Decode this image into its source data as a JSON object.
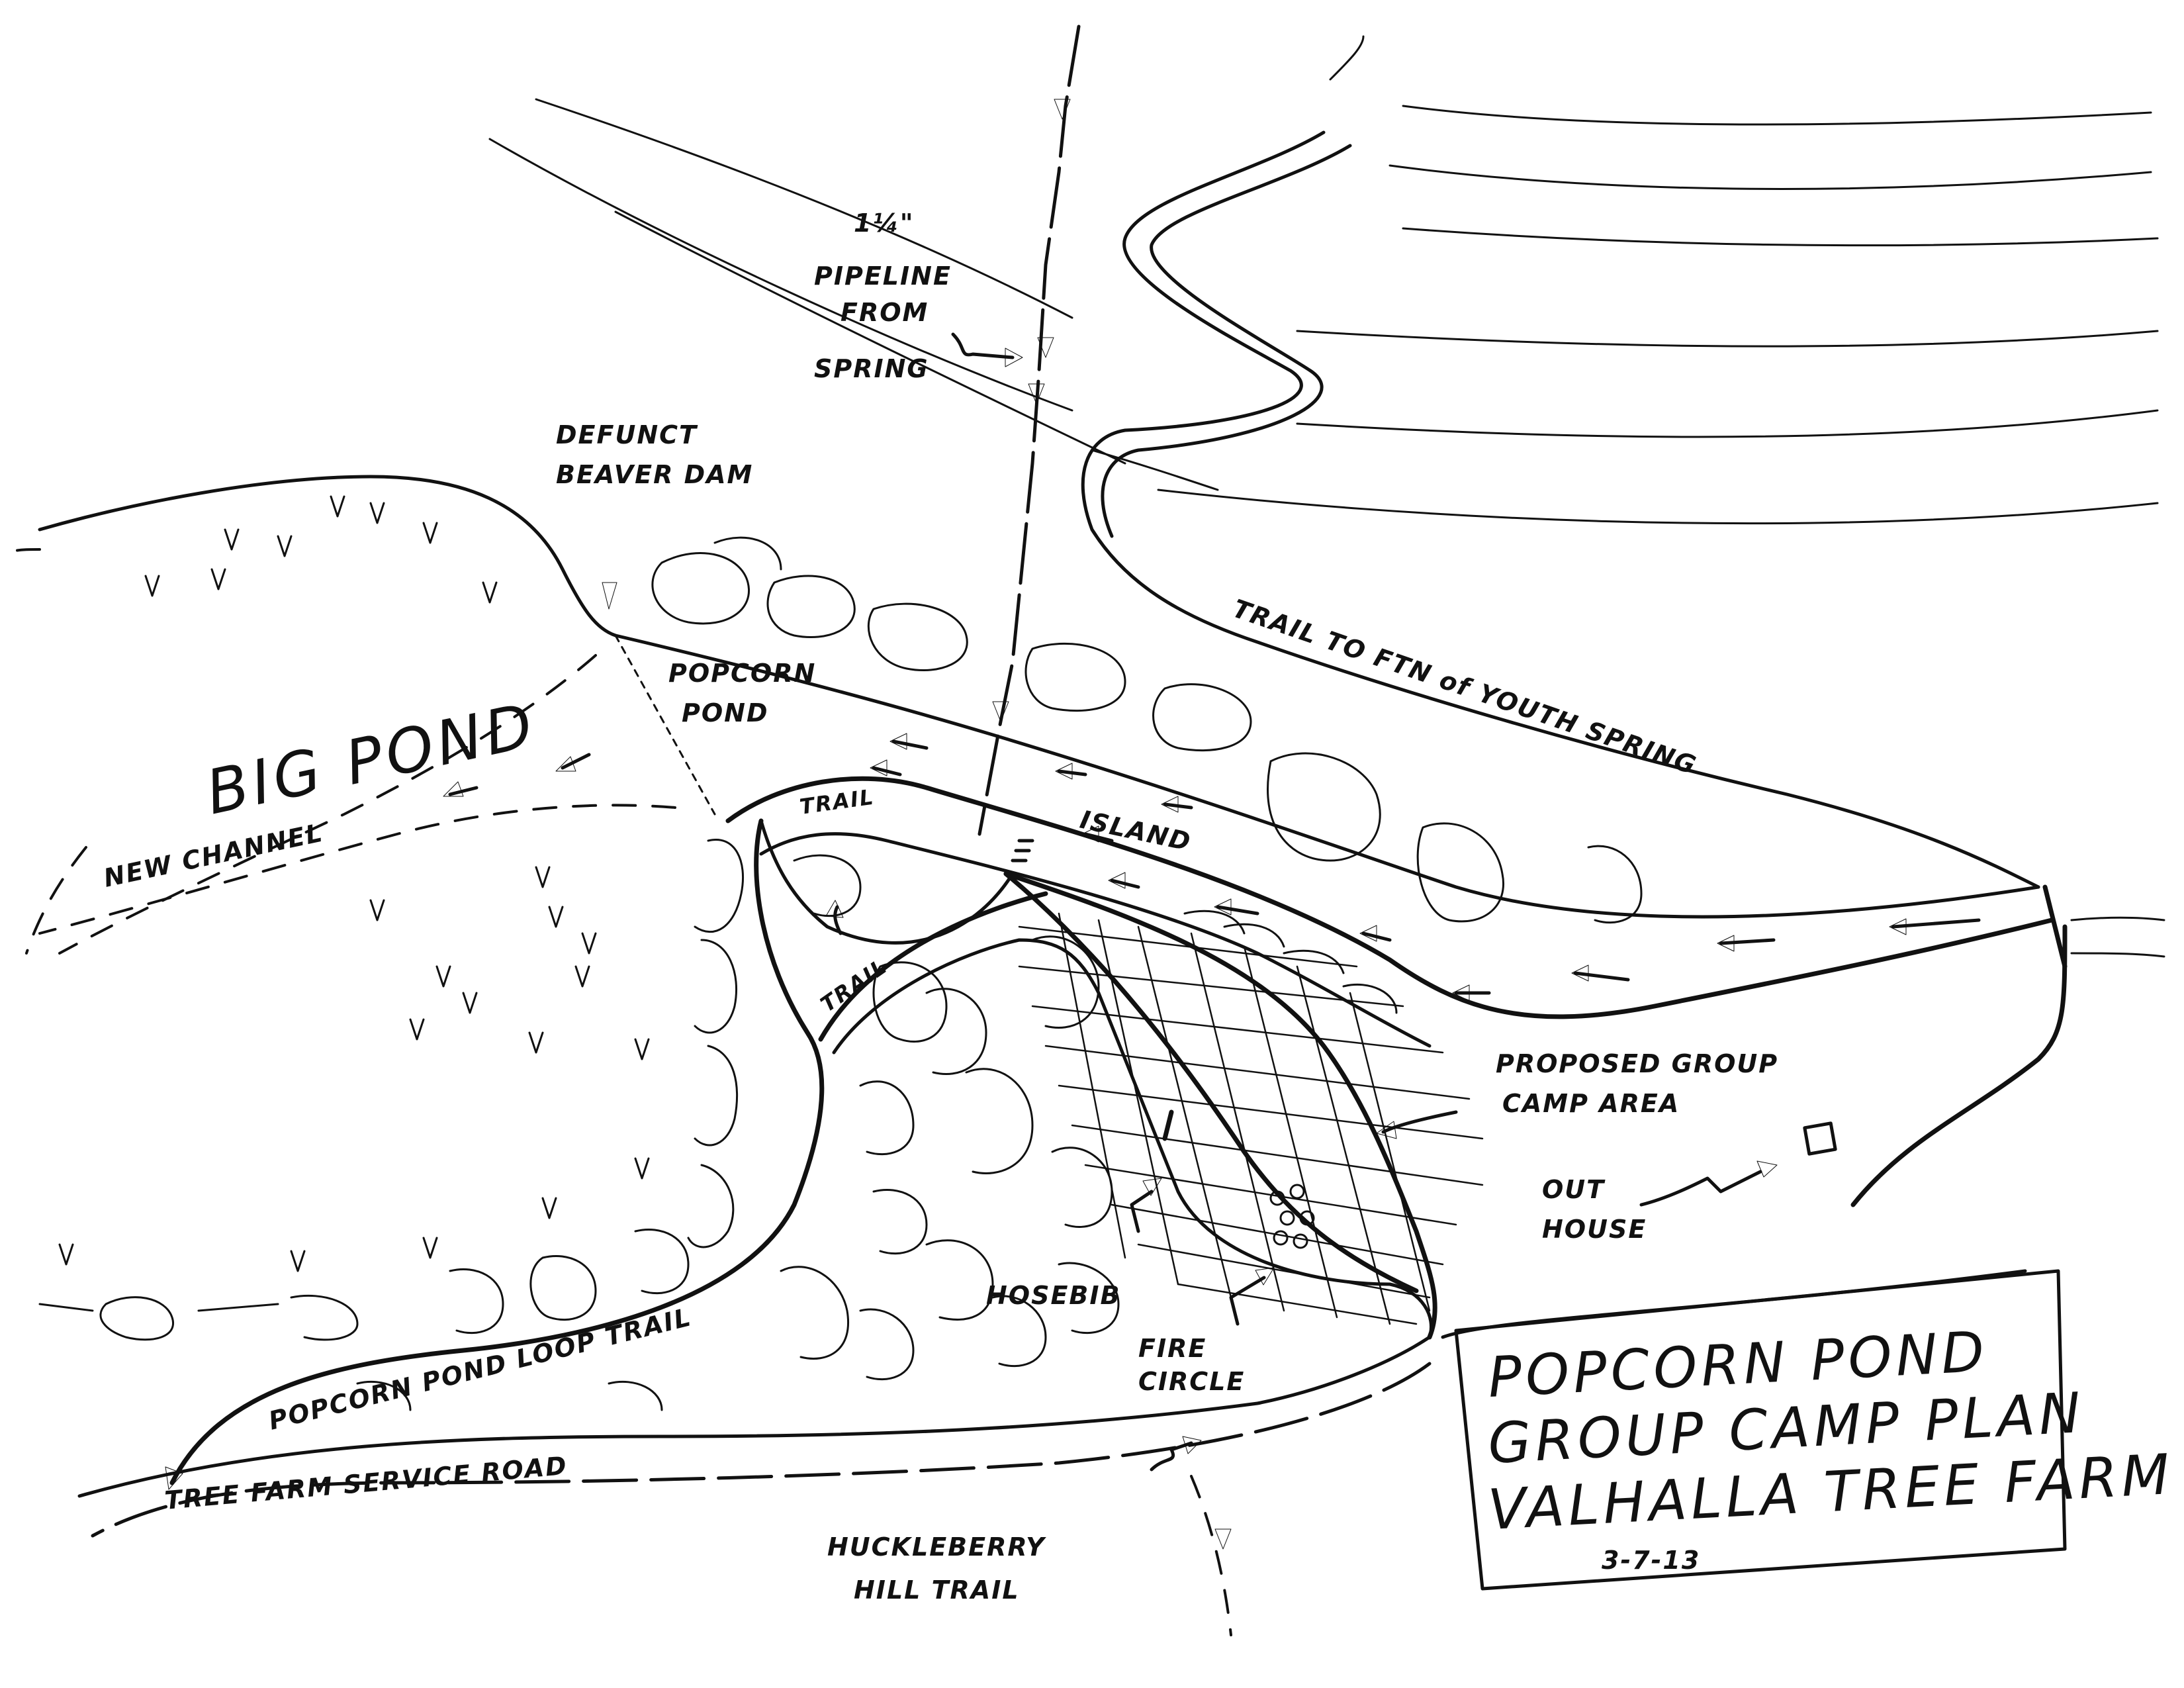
{
  "title_block": {
    "line1": "POPCORN POND",
    "line2": "GROUP CAMP PLAN",
    "line3": "VALHALLA TREE FARM",
    "date": "3-7-13"
  },
  "labels": {
    "pipeline_size": "1¼\"",
    "pipeline_line1": "PIPELINE",
    "pipeline_line2": "FROM",
    "pipeline_line3": "SPRING",
    "defunct_line1": "DEFUNCT",
    "defunct_line2": "BEAVER DAM",
    "big_pond": "BIG POND",
    "popcorn_pond_line1": "POPCORN",
    "popcorn_pond_line2": "POND",
    "new_channel": "NEW CHANNEL",
    "trail_upper": "TRAIL",
    "trail_lower": "TRAIL",
    "island": "ISLAND",
    "trail_to_spring": "TRAIL TO FTN of YOUTH SPRING",
    "proposed_line1": "PROPOSED GROUP",
    "proposed_line2": "CAMP AREA",
    "outhouse_line1": "OUT",
    "outhouse_line2": "HOUSE",
    "hosebib": "HOSEBIB",
    "fire_line1": "FIRE",
    "fire_line2": "CIRCLE",
    "loop_trail": "POPCORN POND LOOP TRAIL",
    "service_road": "TREE FARM SERVICE ROAD",
    "huckleberry_line1": "HUCKLEBERRY",
    "huckleberry_line2": "HILL TRAIL"
  }
}
